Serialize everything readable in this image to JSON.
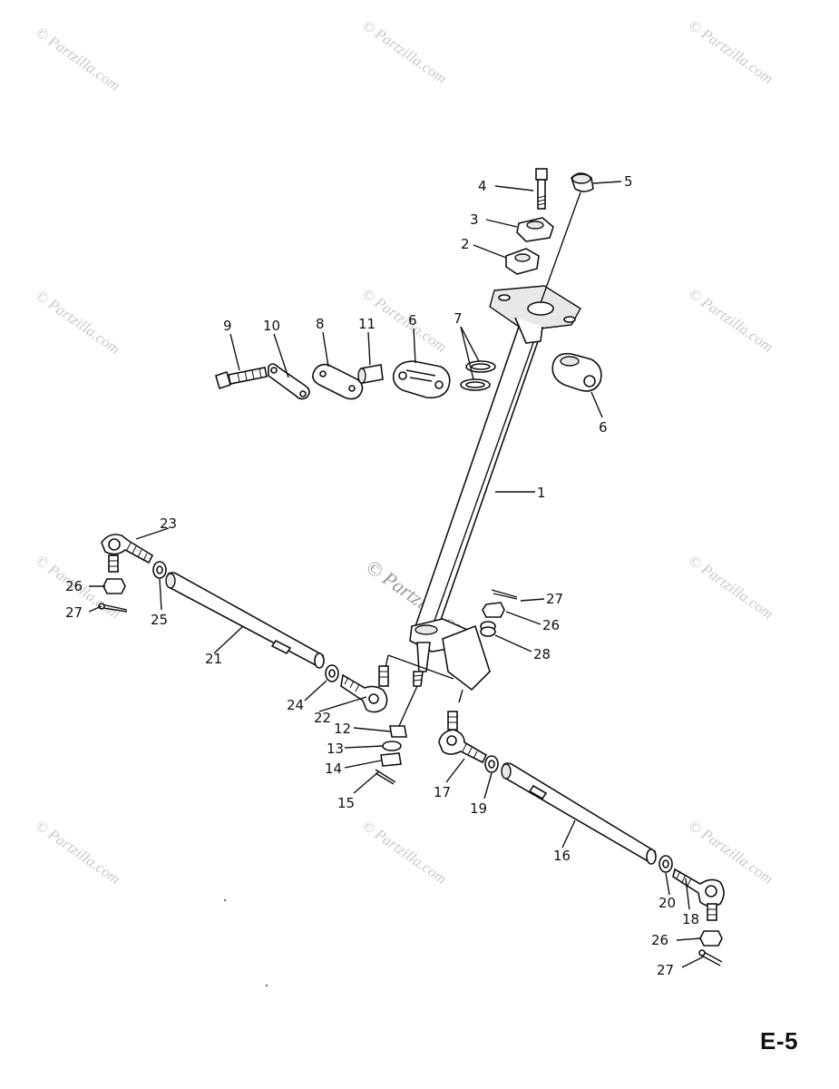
{
  "watermark": {
    "text": "© Partzilla.com",
    "center_text": "© Partzilla.com"
  },
  "page_code": "E-5",
  "parts": [
    {
      "id": "p4",
      "label": "4"
    },
    {
      "id": "p5",
      "label": "5"
    },
    {
      "id": "p3",
      "label": "3"
    },
    {
      "id": "p2",
      "label": "2"
    },
    {
      "id": "p9",
      "label": "9"
    },
    {
      "id": "p10",
      "label": "10"
    },
    {
      "id": "p8",
      "label": "8"
    },
    {
      "id": "p11",
      "label": "11"
    },
    {
      "id": "p6a",
      "label": "6"
    },
    {
      "id": "p7",
      "label": "7"
    },
    {
      "id": "p6b",
      "label": "6"
    },
    {
      "id": "p1",
      "label": "1"
    },
    {
      "id": "p23",
      "label": "23"
    },
    {
      "id": "p26a",
      "label": "26"
    },
    {
      "id": "p27a",
      "label": "27"
    },
    {
      "id": "p25",
      "label": "25"
    },
    {
      "id": "p21",
      "label": "21"
    },
    {
      "id": "p27b",
      "label": "27"
    },
    {
      "id": "p26b",
      "label": "26"
    },
    {
      "id": "p28",
      "label": "28"
    },
    {
      "id": "p24",
      "label": "24"
    },
    {
      "id": "p22",
      "label": "22"
    },
    {
      "id": "p12",
      "label": "12"
    },
    {
      "id": "p13",
      "label": "13"
    },
    {
      "id": "p14",
      "label": "14"
    },
    {
      "id": "p15",
      "label": "15"
    },
    {
      "id": "p17",
      "label": "17"
    },
    {
      "id": "p19",
      "label": "19"
    },
    {
      "id": "p16",
      "label": "16"
    },
    {
      "id": "p20",
      "label": "20"
    },
    {
      "id": "p18",
      "label": "18"
    },
    {
      "id": "p26c",
      "label": "26"
    },
    {
      "id": "p27c",
      "label": "27"
    }
  ]
}
